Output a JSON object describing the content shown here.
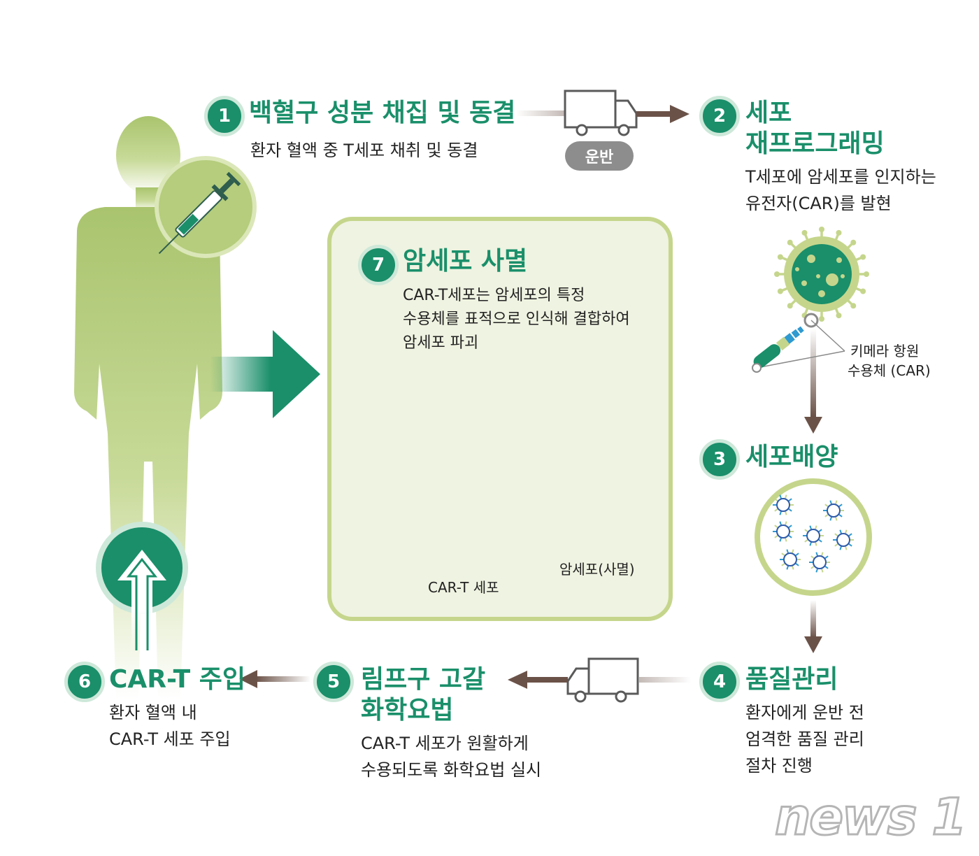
{
  "steps": [
    {
      "number": "1",
      "title": "백혈구 성분 채집 및 동결",
      "desc": [
        "환자 혈액 중 T세포 채취 및 동결"
      ]
    },
    {
      "number": "2",
      "title": [
        "세포",
        "재프로그래밍"
      ],
      "desc": [
        "T세포에 암세포를 인지하는",
        "유전자(CAR)를 발현"
      ]
    },
    {
      "number": "3",
      "title": "세포배양",
      "desc": []
    },
    {
      "number": "4",
      "title": "품질관리",
      "desc": [
        "환자에게 운반 전",
        "엄격한 품질 관리",
        "절차 진행"
      ]
    },
    {
      "number": "5",
      "title": [
        "림프구 고갈",
        "화학요법"
      ],
      "desc": [
        "CAR-T 세포가 원활하게",
        "수용되도록 화학요법 실시"
      ]
    },
    {
      "number": "6",
      "title": "CAR-T 주입",
      "desc": [
        "환자 혈액 내",
        "CAR-T 세포 주입"
      ]
    },
    {
      "number": "7",
      "title": "암세포 사멸",
      "desc": [
        "CAR-T세포는 암세포의 특정",
        "수용체를 표적으로 인식해 결합하여",
        "암세포 파괴"
      ]
    }
  ],
  "transport_label": "운반",
  "car_label": [
    "키메라 항원",
    "수용체 (CAR)"
  ],
  "cart_cell_label": "CAR-T 세포",
  "dead_cell_label": "암세포(사멸)",
  "logo_text": "news 1",
  "colors": {
    "primary": "#1a8f6a",
    "light_green": "#c5d68c",
    "figure_green": "#9fc06a",
    "arrow_brown": "#6b5248"
  },
  "icons": [
    "syringe-icon",
    "truck-icon",
    "arrow-icon",
    "petri-dish-icon",
    "human-figure-icon",
    "virus-icon"
  ]
}
